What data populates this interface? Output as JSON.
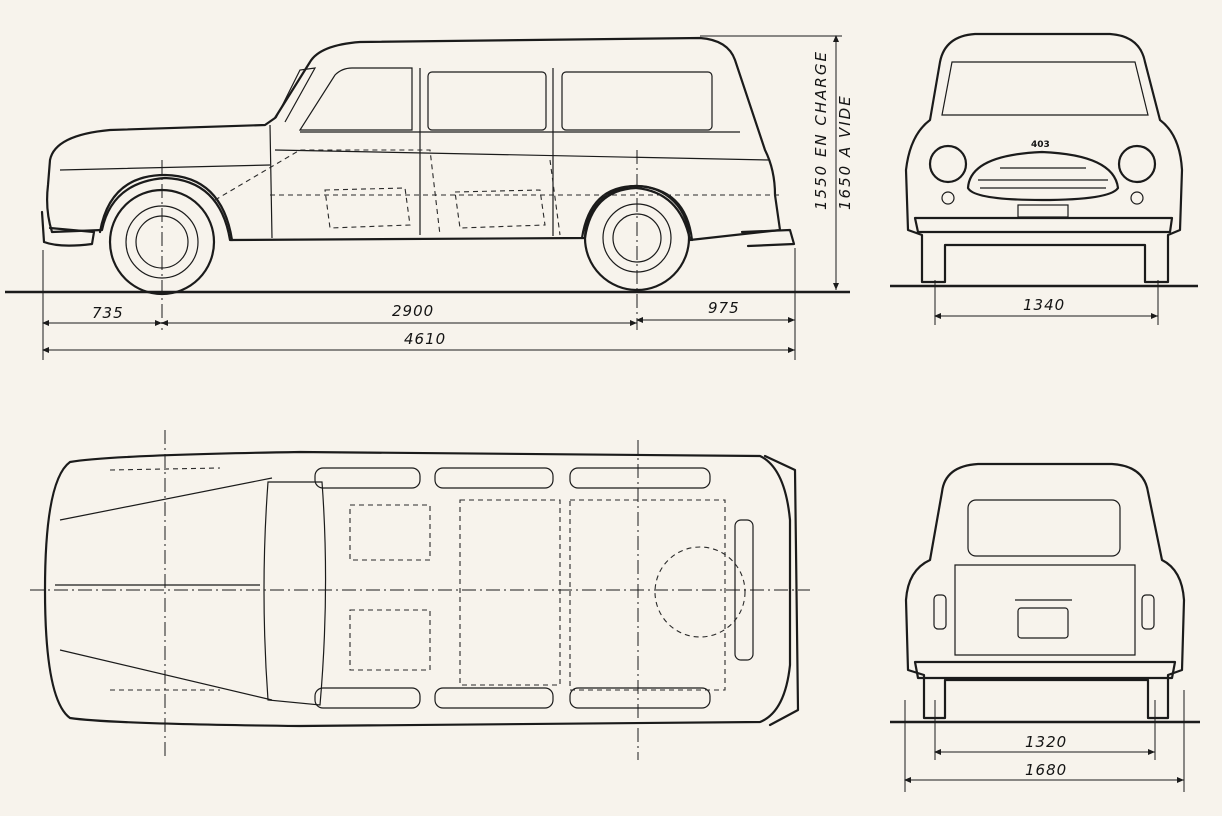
{
  "dimensions": {
    "front_overhang": "735",
    "wheelbase": "2900",
    "rear_overhang": "975",
    "overall_length": "4610",
    "height_loaded": "1550 EN CHARGE",
    "height_empty": "1650 A VIDE",
    "front_track": "1340",
    "rear_track": "1320",
    "overall_width": "1680"
  },
  "front_badge": "403"
}
